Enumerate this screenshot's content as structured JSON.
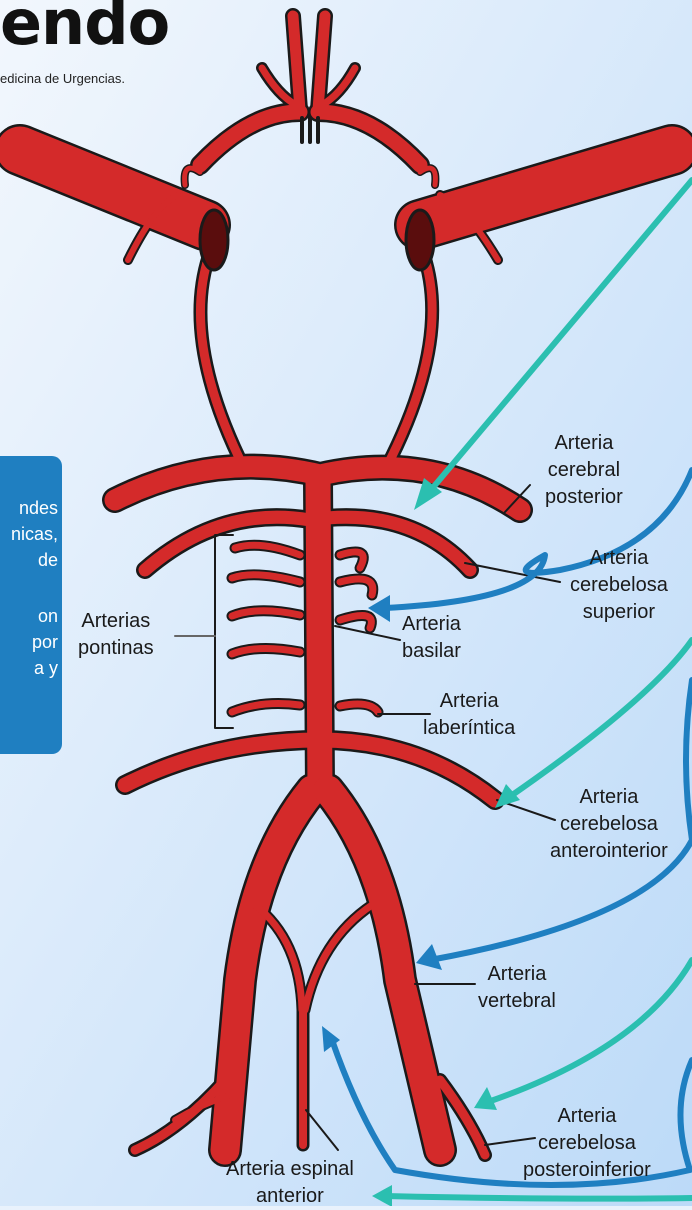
{
  "brand": {
    "title": "endo",
    "subtitle": "edicina de Urgencias."
  },
  "info_box": {
    "lines": [
      "ndes",
      "nicas,",
      "de",
      "",
      "on",
      "por",
      "a y"
    ]
  },
  "labels": {
    "cerebral_posterior": [
      "Arteria",
      "cerebral",
      "posterior"
    ],
    "cerebelosa_superior": [
      "Arteria",
      "cerebelosa",
      "superior"
    ],
    "basilar": [
      "Arteria",
      "basilar"
    ],
    "pontinas": [
      "Arterias",
      "pontinas"
    ],
    "laberintica": [
      "Arteria",
      "laberíntica"
    ],
    "cerebelosa_anterointerior": [
      "Arteria",
      "cerebelosa",
      "anterointerior"
    ],
    "vertebral": [
      "Arteria",
      "vertebral"
    ],
    "cerebelosa_posteroinferior": [
      "Arteria",
      "cerebelosa",
      "posteroinferior"
    ],
    "espinal_anterior": [
      "Arteria espinal",
      "anterior"
    ]
  },
  "colors": {
    "artery": "#d42a2a",
    "outline": "#1a1a1a",
    "teal_arrow": "#2bbfb0",
    "blue_arrow": "#1f7fc1",
    "info_box": "#1f7fc1"
  }
}
